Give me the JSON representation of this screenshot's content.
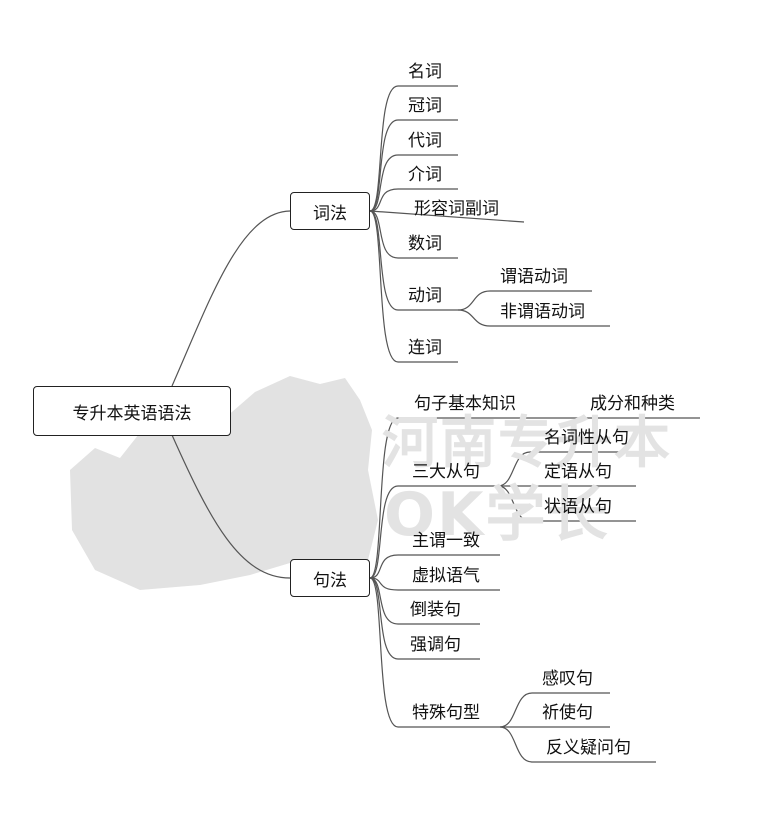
{
  "mindmap": {
    "root": "专升本英语语法",
    "branch_morphology": {
      "label": "词法",
      "items": {
        "noun": "名词",
        "article": "冠词",
        "pronoun": "代词",
        "preposition": "介词",
        "adj_adv": "形容词副词",
        "numeral": "数词",
        "verb": "动词",
        "conjunction": "连词"
      },
      "verb_children": {
        "predicate_verb": "谓语动词",
        "non_predicate_verb": "非谓语动词"
      }
    },
    "branch_syntax": {
      "label": "句法",
      "items": {
        "sentence_basics": "句子基本知识",
        "three_clauses": "三大从句",
        "agreement": "主谓一致",
        "subjunctive": "虚拟语气",
        "inversion": "倒装句",
        "emphasis": "强调句",
        "special": "特殊句型"
      },
      "basics_children": {
        "components": "成分和种类"
      },
      "clause_children": {
        "noun_clause": "名词性从句",
        "attributive_clause": "定语从句",
        "adverbial_clause": "状语从句"
      },
      "special_children": {
        "exclamatory": "感叹句",
        "imperative": "祈使句",
        "tag_question": "反义疑问句"
      }
    }
  },
  "watermark": {
    "line1": "河南专升本",
    "line2": "OK学长"
  },
  "colors": {
    "line": "#555555",
    "box_border": "#222222",
    "watermark": "#dcdcdc"
  }
}
